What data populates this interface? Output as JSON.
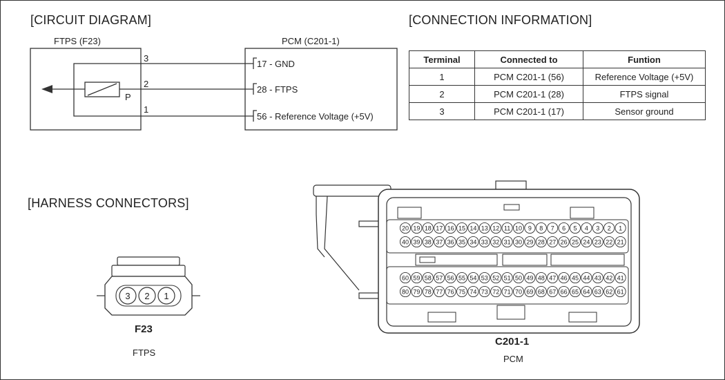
{
  "circuit": {
    "title": "[CIRCUIT DIAGRAM]",
    "sensor_label": "FTPS (F23)",
    "pcm_label": "PCM (C201-1)",
    "sensor_pins": [
      "3",
      "2",
      "1"
    ],
    "sensor_symbol": "P",
    "pcm_pins": [
      "17 - GND",
      "28 - FTPS",
      "56 - Reference Voltage (+5V)"
    ]
  },
  "connection": {
    "title": "[CONNECTION INFORMATION]",
    "headers": [
      "Terminal",
      "Connected to",
      "Funtion"
    ],
    "rows": [
      [
        "1",
        "PCM C201-1 (56)",
        "Reference Voltage (+5V)"
      ],
      [
        "2",
        "PCM C201-1 (28)",
        "FTPS signal"
      ],
      [
        "3",
        "PCM C201-1 (17)",
        "Sensor ground"
      ]
    ]
  },
  "harness": {
    "title": "[HARNESS CONNECTORS]",
    "f23": {
      "pins": [
        "3",
        "2",
        "1"
      ],
      "code": "F23",
      "name": "FTPS"
    },
    "c201": {
      "code": "C201-1",
      "name": "PCM",
      "rows": [
        [
          "20",
          "19",
          "18",
          "17",
          "16",
          "15",
          "14",
          "13",
          "12",
          "11",
          "10",
          "9",
          "8",
          "7",
          "6",
          "5",
          "4",
          "3",
          "2",
          "1"
        ],
        [
          "40",
          "39",
          "38",
          "37",
          "36",
          "35",
          "34",
          "33",
          "32",
          "31",
          "30",
          "29",
          "28",
          "27",
          "26",
          "25",
          "24",
          "23",
          "22",
          "21"
        ],
        [
          "60",
          "59",
          "58",
          "57",
          "56",
          "55",
          "54",
          "53",
          "52",
          "51",
          "50",
          "49",
          "48",
          "47",
          "46",
          "45",
          "44",
          "43",
          "42",
          "41"
        ],
        [
          "80",
          "79",
          "78",
          "77",
          "76",
          "75",
          "74",
          "73",
          "72",
          "71",
          "70",
          "69",
          "68",
          "67",
          "66",
          "65",
          "64",
          "63",
          "62",
          "61"
        ]
      ]
    }
  }
}
